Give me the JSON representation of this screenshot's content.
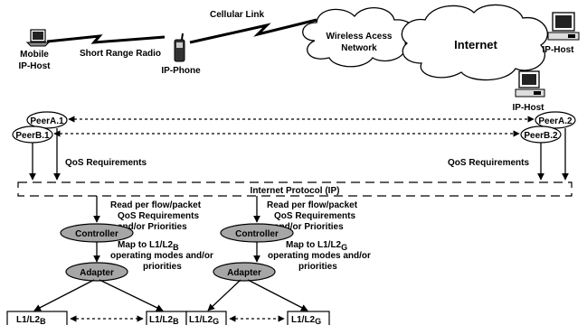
{
  "labels": {
    "cellular_link": "Cellular Link",
    "wireless_access_network_l1": "Wireless Acess",
    "wireless_access_network_l2": "Network",
    "internet": "Internet",
    "ip_host_right": "IP-Host",
    "ip_host_bottom": "IP-Host",
    "mobile_ip_host_l1": "Mobile",
    "mobile_ip_host_l2": "IP-Host",
    "short_range_radio": "Short Range Radio",
    "ip_phone": "IP-Phone",
    "peer_a1": "PeerA.1",
    "peer_b1": "PeerB.1",
    "peer_a2": "PeerA.2",
    "peer_b2": "PeerB.2",
    "qos_left": "QoS Requirements",
    "qos_right": "QoS Requirements",
    "ip_layer": "Internet Protocol (IP)",
    "read_left_1": "Read per flow/packet",
    "read_left_2": "QoS Requirements",
    "read_left_3": "and/or Priorities",
    "read_right_1": "Read per flow/packet",
    "read_right_2": "QoS Requirements",
    "read_right_3": "and/or Priorities",
    "controller_left": "Controller",
    "controller_right": "Controller",
    "map_left_1": "Map to L1/L2",
    "map_left_sub": "B",
    "map_left_2": "operating modes and/or",
    "map_left_3": "priorities",
    "map_right_1": "Map to L1/L2",
    "map_right_sub": "G",
    "map_right_2": "operating modes and/or",
    "map_right_3": "priorities",
    "adapter_left": "Adapter",
    "adapter_right": "Adapter",
    "box1": "L1/L2",
    "box1_sub": "B",
    "box2": "L1/L2",
    "box2_sub": "B",
    "box3": "L1/L2",
    "box3_sub": "G",
    "box4": "L1/L2",
    "box4_sub": "G"
  },
  "colors": {
    "node_fill": "#a6a6a6",
    "line": "#000000",
    "background": "#ffffff"
  }
}
